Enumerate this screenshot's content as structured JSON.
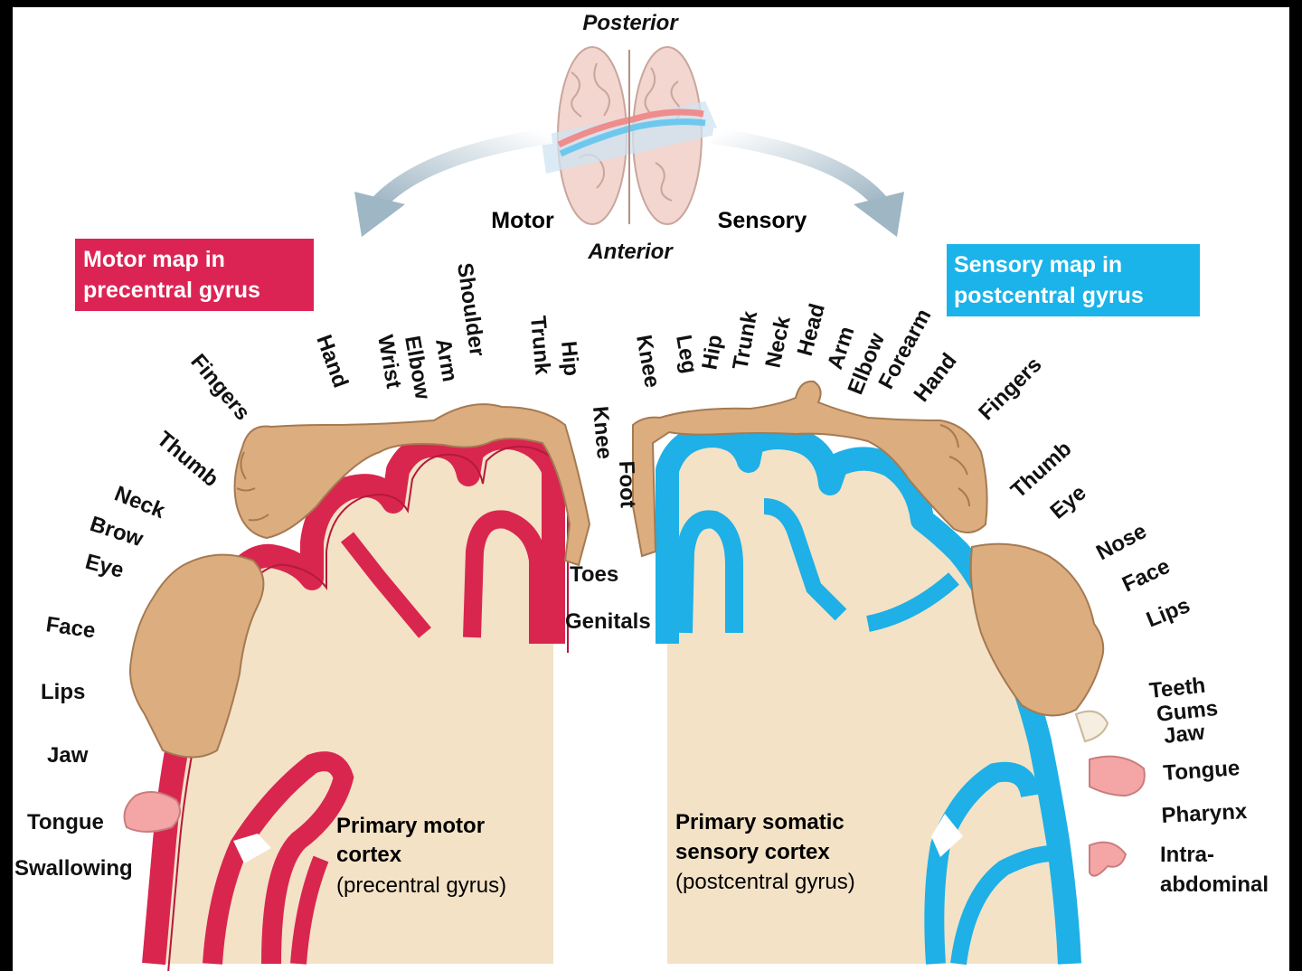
{
  "orientation": {
    "top": "Posterior",
    "bottom": "Anterior"
  },
  "arrows": {
    "left": "Motor",
    "right": "Sensory"
  },
  "colors": {
    "motor": "#d9264f",
    "sensory": "#1eb0e6",
    "tissue": "#f3e2c6",
    "skin": "#d9a778"
  },
  "motor_box": {
    "line1": "Motor map in",
    "line2": "precentral gyrus"
  },
  "sensory_box": {
    "line1": "Sensory map in",
    "line2": "postcentral gyrus"
  },
  "motor_caption": {
    "line1": "Primary motor",
    "line2": "cortex",
    "line3": "(precentral gyrus)"
  },
  "sensory_caption": {
    "line1": "Primary somatic",
    "line2": "sensory cortex",
    "line3": "(postcentral gyrus)"
  },
  "motor_labels": [
    "Swallowing",
    "Tongue",
    "Jaw",
    "Lips",
    "Face",
    "Eye",
    "Brow",
    "Neck",
    "Thumb",
    "Fingers",
    "Hand",
    "Wrist",
    "Elbow",
    "Arm",
    "Shoulder",
    "Trunk",
    "Hip",
    "Knee",
    "Foot",
    "Toes",
    "Genitals"
  ],
  "sensory_labels": [
    "Knee",
    "Leg",
    "Hip",
    "Trunk",
    "Neck",
    "Head",
    "Arm",
    "Elbow",
    "Forearm",
    "Hand",
    "Fingers",
    "Thumb",
    "Eye",
    "Nose",
    "Face",
    "Lips",
    "Teeth",
    "Gums",
    "Jaw",
    "Tongue",
    "Pharynx",
    "Intra-",
    "abdominal"
  ]
}
